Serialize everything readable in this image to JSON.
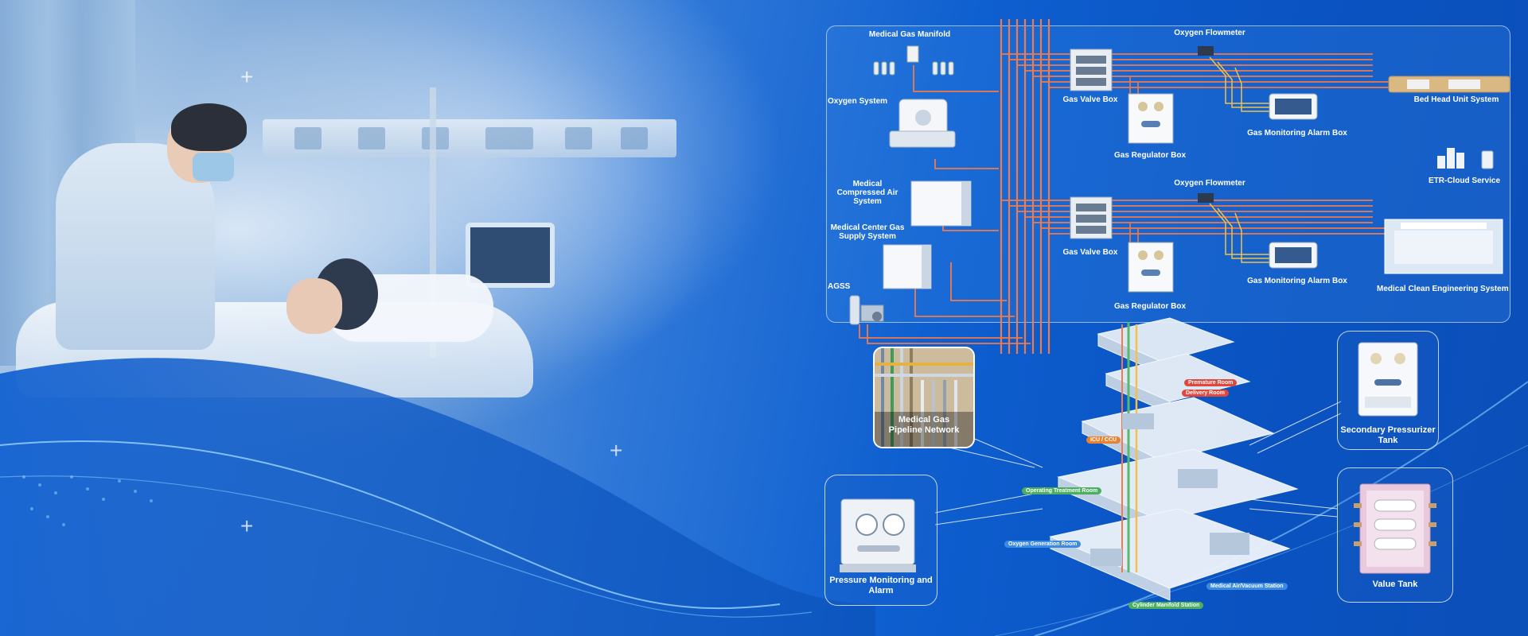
{
  "labels": {
    "manifold": "Medical Gas Manifold",
    "oxygen_system": "Oxygen System",
    "compressed_air": "Medical Compressed Air System",
    "center_gas": "Medical Center Gas Supply System",
    "agss": "AGSS",
    "flowmeter_top": "Oxygen Flowmeter",
    "flowmeter_mid": "Oxygen Flowmeter",
    "valve_box_top": "Gas Valve Box",
    "valve_box_mid": "Gas Valve Box",
    "regulator_top": "Gas Regulator Box",
    "regulator_mid": "Gas Regulator Box",
    "alarm_box_top": "Gas Monitoring Alarm Box",
    "alarm_box_mid": "Gas Monitoring Alarm Box",
    "bed_head": "Bed Head Unit System",
    "cloud": "ETR-Cloud Service",
    "clean_eng": "Medical Clean Engineering System"
  },
  "callouts": {
    "pipeline": "Medical Gas Pipeline Network",
    "pressure": "Pressure Monitoring and Alarm",
    "pressurizer": "Secondary Pressurizer Tank",
    "value_tank": "Value Tank"
  },
  "building_tags": {
    "premature": "Premature Room",
    "delivery": "Delivery Room",
    "icu": "ICU / CCU",
    "operating": "Operating Treatment Room",
    "oxygen_gen": "Oxygen Generation Room",
    "air_vacuum": "Medical Air/Vacuum Station",
    "cylinder": "Cylinder Manifold Station"
  },
  "colors": {
    "pipe_orange": "#f07a4a",
    "pipe_yellow": "#f1c24a",
    "pipe_green": "#59b96a",
    "accent_blue": "#0b55c6"
  }
}
